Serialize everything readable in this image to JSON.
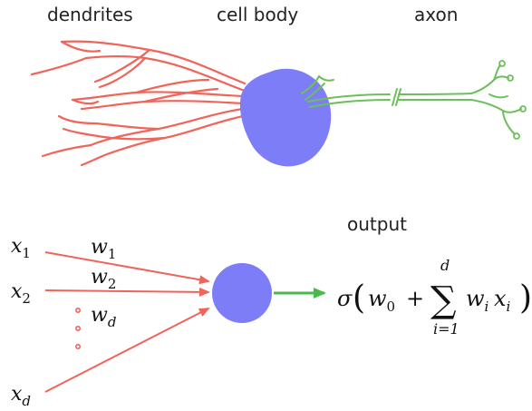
{
  "labels": {
    "dendrites": "dendrites",
    "cell_body": "cell body",
    "axon": "axon",
    "output": "output"
  },
  "inputs": [
    {
      "x_main": "x",
      "x_sub": "1",
      "w_main": "w",
      "w_sub": "1"
    },
    {
      "x_main": "x",
      "x_sub": "2",
      "w_main": "w",
      "w_sub": "2"
    },
    {
      "x_main": "x",
      "x_sub": "d",
      "w_main": "w",
      "w_sub": "d"
    }
  ],
  "formula": {
    "sigma": "σ",
    "w0_main": "w",
    "w0_sub": "0",
    "plus": "+",
    "sum": "∑",
    "upper": "d",
    "lower": "i=1",
    "wi_main": "w",
    "wi_sub": "i",
    "xi_main": "x",
    "xi_sub": "i"
  },
  "colors": {
    "dendrite": "#f0645a",
    "axon": "#6cc05a",
    "cell": "#7d7df7",
    "arrow_in": "#f0645a",
    "arrow_out": "#4cb84c"
  }
}
